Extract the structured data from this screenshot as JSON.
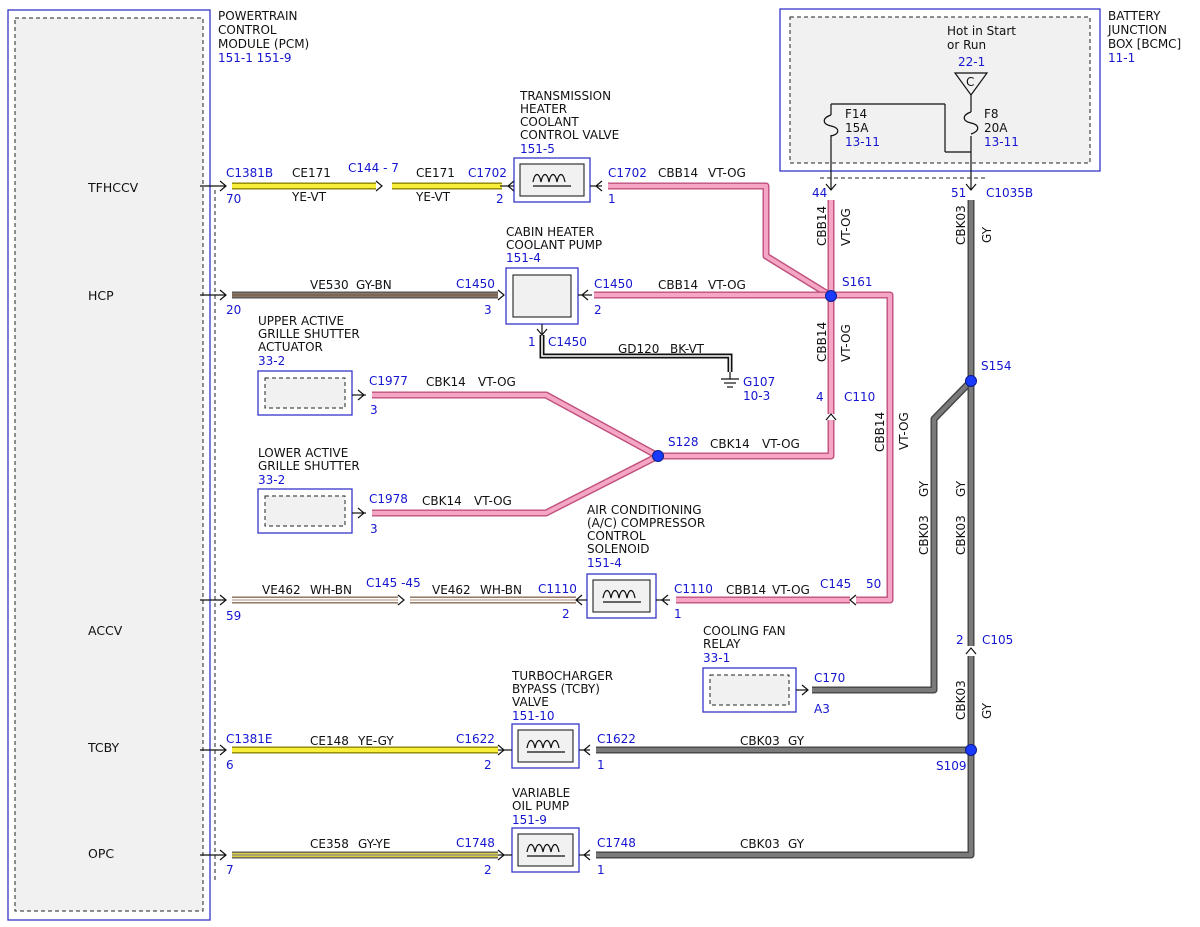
{
  "pcm": {
    "title_lines": [
      "POWERTRAIN",
      "CONTROL",
      "MODULE (PCM)"
    ],
    "ref": "151-1 151-9",
    "pins": {
      "tfhccv": "TFHCCV",
      "hcp": "HCP",
      "accv": "ACCV",
      "tcby": "TCBY",
      "opc": "OPC"
    }
  },
  "bjb": {
    "title_lines": [
      "BATTERY",
      "JUNCTION",
      "BOX [BCMC]"
    ],
    "ref": "11-1",
    "hot_lines": [
      "Hot in Start",
      "or Run"
    ],
    "feed_ref": "22-1",
    "feed_letter": "C",
    "fuse_f14": {
      "name": "F14",
      "rating": "15A",
      "ref": "13-11"
    },
    "fuse_f8": {
      "name": "F8",
      "rating": "20A",
      "ref": "13-11"
    }
  },
  "components": {
    "thccv": {
      "title_lines": [
        "TRANSMISSION",
        "HEATER",
        "COOLANT",
        "CONTROL VALVE"
      ],
      "ref": "151-5"
    },
    "chcp": {
      "title_lines": [
        "CABIN HEATER",
        "COOLANT PUMP"
      ],
      "ref": "151-4"
    },
    "uags": {
      "title_lines": [
        "UPPER ACTIVE",
        "GRILLE SHUTTER",
        "ACTUATOR"
      ],
      "ref": "33-2"
    },
    "lags": {
      "title_lines": [
        "LOWER ACTIVE",
        "GRILLE SHUTTER"
      ],
      "ref": "33-2"
    },
    "accs": {
      "title_lines": [
        "AIR CONDITIONING",
        "(A/C) COMPRESSOR",
        "CONTROL",
        "SOLENOID"
      ],
      "ref": "151-4"
    },
    "cfr": {
      "title_lines": [
        "COOLING FAN",
        "RELAY"
      ],
      "ref": "33-1"
    },
    "tcby": {
      "title_lines": [
        "TURBOCHARGER",
        "BYPASS (TCBY)",
        "VALVE"
      ],
      "ref": "151-10"
    },
    "vop": {
      "title_lines": [
        "VARIABLE",
        "OIL PUMP"
      ],
      "ref": "151-9"
    }
  },
  "connectors": {
    "c1381b": "C1381B",
    "pin70": "70",
    "c144": "C144 - 7",
    "c1702_left": "C1702",
    "pin2_1702": "2",
    "c1702_right": "C1702",
    "pin1_1702": "1",
    "c1035b": "C1035B",
    "pin44": "44",
    "pin51": "51",
    "pin20": "20",
    "c1450_left": "C1450",
    "pin3_1450": "3",
    "c1450_right": "C1450",
    "pin2_1450": "2",
    "c1450_bottom": "C1450",
    "pin1_1450": "1",
    "c1977": "C1977",
    "pin3_1977": "3",
    "c1978": "C1978",
    "pin3_1978": "3",
    "c110": "C110",
    "pin4_110": "4",
    "c145_45": "C145 -45",
    "pin59": "59",
    "c1110_left": "C1110",
    "pin2_1110": "2",
    "c1110_right": "C1110",
    "pin1_1110": "1",
    "c145": "C145",
    "pin50": "50",
    "c105": "C105",
    "pin2_105": "2",
    "c170": "C170",
    "pinA3": "A3",
    "c1381e": "C1381E",
    "pin6": "6",
    "c1622_left": "C1622",
    "pin2_1622": "2",
    "c1622_right": "C1622",
    "pin1_1622": "1",
    "pin7": "7",
    "c1748_left": "C1748",
    "pin2_1748": "2",
    "c1748_right": "C1748",
    "pin1_1748": "1"
  },
  "splices": {
    "s161": "S161",
    "s154": "S154",
    "s128": "S128",
    "s109": "S109"
  },
  "ground": {
    "name": "G107",
    "ref": "10-3"
  },
  "wires": {
    "ce171_a": {
      "circuit": "CE171",
      "color": "YE-VT"
    },
    "ce171_b": {
      "circuit": "CE171",
      "color": "YE-VT"
    },
    "cbb14_1702": {
      "circuit": "CBB14",
      "color": "VT-OG"
    },
    "cbb14_up": {
      "circuit": "CBB14",
      "color": "VT-OG"
    },
    "cbk03_top": {
      "circuit": "CBK03",
      "color": "GY"
    },
    "ve530": {
      "circuit": "VE530",
      "color": "GY-BN"
    },
    "cbb14_1450": {
      "circuit": "CBB14",
      "color": "VT-OG"
    },
    "cbb14_mid": {
      "circuit": "CBB14",
      "color": "VT-OG"
    },
    "gd120": {
      "circuit": "GD120",
      "color": "BK-VT"
    },
    "cbk14_1977": {
      "circuit": "CBK14",
      "color": "VT-OG"
    },
    "cbk14_128": {
      "circuit": "CBK14",
      "color": "VT-OG"
    },
    "cbk14_1978": {
      "circuit": "CBK14",
      "color": "VT-OG"
    },
    "cbb14_right": {
      "circuit": "CBB14",
      "color": "VT-OG"
    },
    "cbk03_diag": {
      "circuit": "CBK03",
      "color": "GY"
    },
    "cbk03_mid": {
      "circuit": "CBK03",
      "color": "GY"
    },
    "ve462_a": {
      "circuit": "VE462",
      "color": "WH-BN"
    },
    "ve462_b": {
      "circuit": "VE462",
      "color": "WH-BN"
    },
    "cbb14_1110": {
      "circuit": "CBB14",
      "color": "VT-OG"
    },
    "cbk03_low": {
      "circuit": "CBK03",
      "color": "GY"
    },
    "ce148": {
      "circuit": "CE148",
      "color": "YE-GY"
    },
    "cbk03_1622": {
      "circuit": "CBK03",
      "color": "GY"
    },
    "ce358": {
      "circuit": "CE358",
      "color": "GY-YE"
    },
    "cbk03_1748": {
      "circuit": "CBK03",
      "color": "GY"
    }
  },
  "wire_colors": {
    "pink_fill": "#f4a6c4",
    "pink_edge": "#c0507e",
    "yellow_fill": "#f7ef3c",
    "yellow_edge": "#8a8200",
    "gray_fill": "#7a7a7a",
    "gray_edge": "#454545",
    "grayyellow_fill": "#d8cf3a",
    "grayyellow_edge": "#5e5e5e",
    "graybrown_fill": "#8c7766",
    "graybrown_edge": "#555555",
    "whitebrown_fill": "#ffffff",
    "whitebrown_edge": "#8a6a55",
    "black_fill": "#ffffff",
    "black_edge": "#111111",
    "label_blue": "#1515d0",
    "box_blue": "#3535c8",
    "splice_blue": "#1a3bff"
  }
}
